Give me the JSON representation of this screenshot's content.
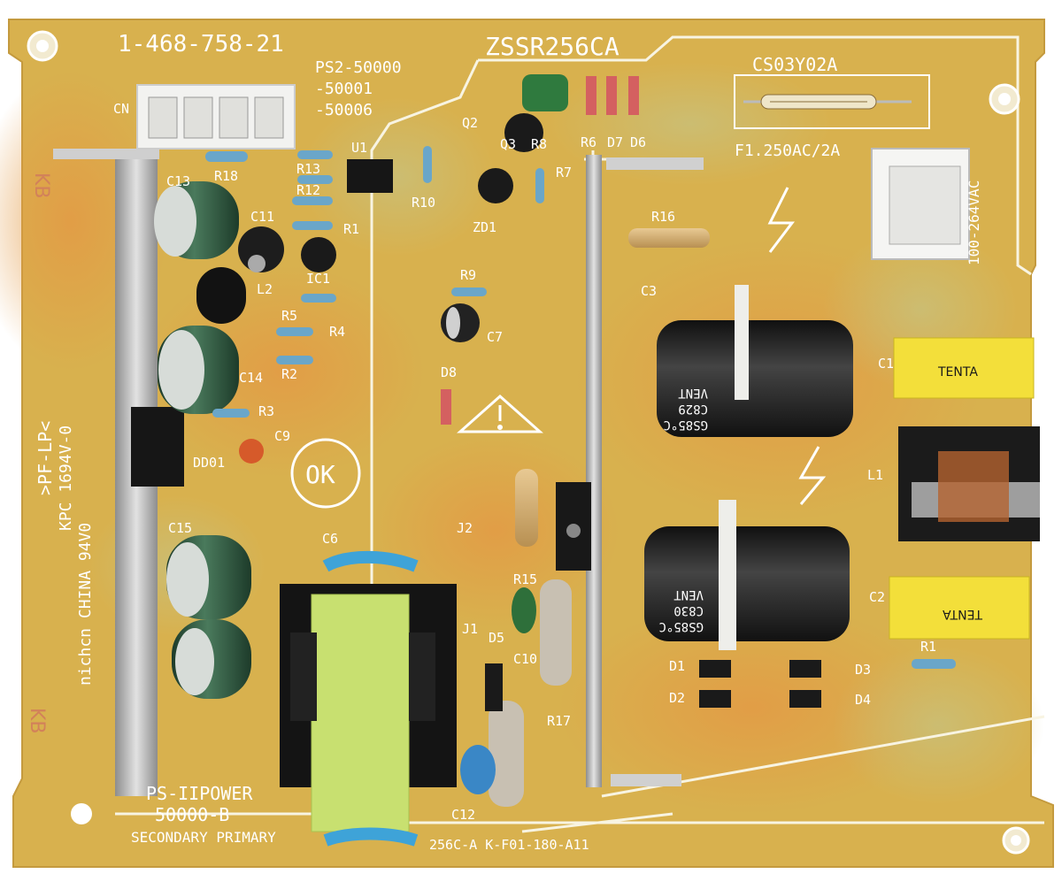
{
  "photo": {
    "subject": "power supply circuit board",
    "colors": {
      "board": "#d9b14f",
      "board_orange": "#e2a44a",
      "board_green": "#c8c07a",
      "trace": "#ffffff",
      "capacitor_green": "#2f5a40",
      "capacitor_black": "#1f1f1f",
      "x_cap_yellow": "#f3df3a",
      "transformer": "#c8e070",
      "heatsink": "#b7b7b7"
    }
  },
  "silkscreen": {
    "board_number": "1-468-758-21",
    "model": "ZSSR256CA",
    "fuse_code": "CS03Y02A",
    "fuse_rating": "F1.250AC/2A",
    "ac_input": "100-264VAC",
    "variants": [
      "PS2-50000",
      "-50001",
      "-50006"
    ],
    "board_name": "PS-IIPOWER",
    "board_sub": "50000-B",
    "zones": "SECONDARY PRIMARY",
    "footer": "256C-A K-F01-180-A11",
    "maker": "nichcn CHINA 94V0",
    "rating": "KPC 1694V-0",
    "material": ">PF-LP<",
    "ok_mark": "OK",
    "vent_label": "VENT",
    "cap_codes": [
      "C829",
      "C830"
    ],
    "cap_temp": "GS85°C",
    "xcap_brand": "TENTA",
    "corner_mark": "KB"
  },
  "labels": {
    "cn": "CN",
    "u1": "U1",
    "r18": "R18",
    "r13": "R13",
    "r12": "R12",
    "r1a": "R1",
    "r10": "R10",
    "c13": "C13",
    "c11": "C11",
    "l2": "L2",
    "ic1": "IC1",
    "r5": "R5",
    "r4": "R4",
    "r2": "R2",
    "c14": "C14",
    "r3": "R3",
    "c9": "C9",
    "dd01": "DD01",
    "q2": "Q2",
    "q3": "Q3",
    "r8": "R8",
    "r6": "R6",
    "d7": "D7",
    "d6": "D6",
    "r7": "R7",
    "zd1": "ZD1",
    "r9": "R9",
    "c7": "C7",
    "d8": "D8",
    "r16": "R16",
    "c3": "C3",
    "c1": "C1",
    "l1": "L1",
    "c2": "C2",
    "r1b": "R1",
    "d1": "D1",
    "d2": "D2",
    "d3": "D3",
    "d4": "D4",
    "c15": "C15",
    "c6": "C6",
    "j2": "J2",
    "j1": "J1",
    "r15": "R15",
    "d5": "D5",
    "c10": "C10",
    "r17": "R17",
    "c12": "C12"
  }
}
